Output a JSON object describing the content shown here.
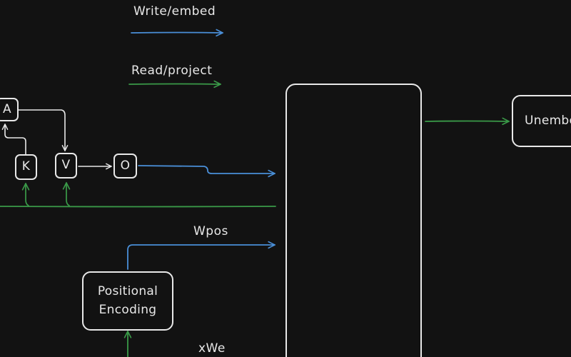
{
  "legend": {
    "write": {
      "label": "Write/embed",
      "color": "#4a8fd8"
    },
    "read": {
      "label": "Read/project",
      "color": "#3a9a48"
    }
  },
  "stroke_color": "#e8e8e8",
  "attention": {
    "a_label": "A",
    "k_label": "K",
    "v_label": "V",
    "o_label": "O"
  },
  "positional_encoding": {
    "line1": "Positional",
    "line2": "Encoding"
  },
  "arrow_labels": {
    "wpos": "Wpos",
    "xwe": "xWe"
  },
  "unembed": {
    "label": "Unembed"
  }
}
